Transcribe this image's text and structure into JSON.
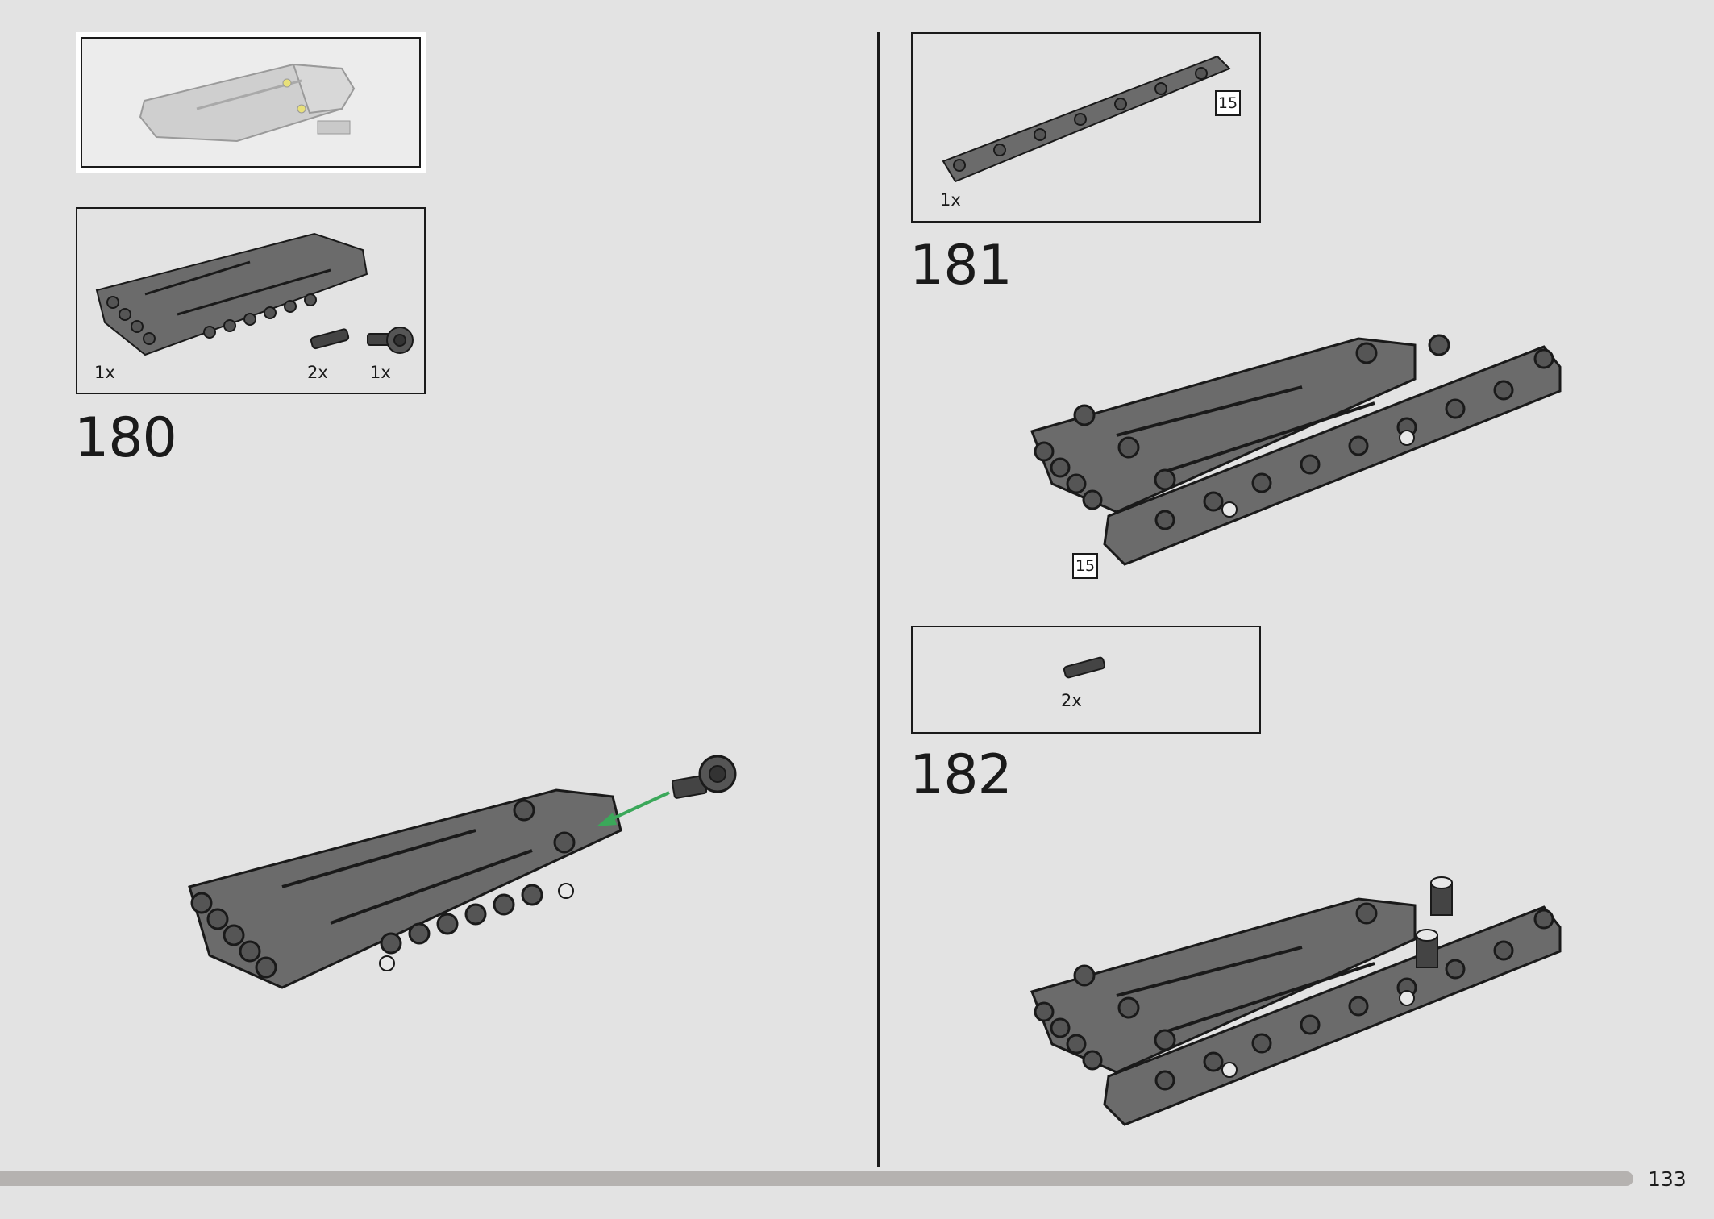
{
  "page_number": "133",
  "colors": {
    "background": "#e3e3e3",
    "part_dark": "#6d6d6d",
    "arrow": "#3ba85a",
    "progress_bar": "#b5b2b0"
  },
  "steps": [
    {
      "number": "180",
      "parts": [
        {
          "qty": "1x",
          "icon": "panel-part-icon"
        },
        {
          "qty": "2x",
          "icon": "connector-pin-icon"
        },
        {
          "qty": "1x",
          "icon": "axle-connector-icon"
        }
      ]
    },
    {
      "number": "181",
      "parts": [
        {
          "qty": "1x",
          "icon": "beam-15-icon",
          "length_badge": "15"
        }
      ],
      "callout_badge": "15"
    },
    {
      "number": "182",
      "parts": [
        {
          "qty": "2x",
          "icon": "connector-pin-icon"
        }
      ]
    }
  ]
}
